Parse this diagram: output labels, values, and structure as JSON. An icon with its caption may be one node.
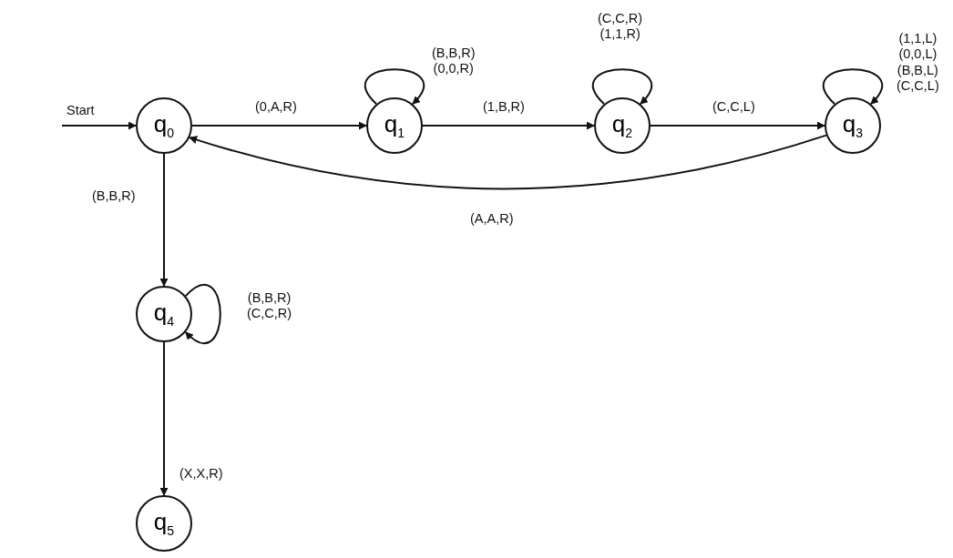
{
  "diagram": {
    "nodes": [
      {
        "text": [
          "q$_{0}$"
        ]
      },
      {
        "text": [
          "q$_{1}$"
        ]
      },
      {
        "text": [
          "q$_{2}$"
        ]
      },
      {
        "text": [
          "q$_{3}$"
        ]
      },
      {
        "text": [
          "q$_{4}$"
        ]
      },
      {
        "text": [
          "q$_{5}$"
        ]
      }
    ],
    "edges": [
      {
        "from": null,
        "to": 0,
        "arrow": "to",
        "label": "Start"
      },
      {
        "from": 0,
        "to": 1,
        "arrow": "to",
        "label": "(0,A,R)"
      },
      {
        "from": 1,
        "to": 1,
        "arrow": "to",
        "label": "(B,B,R) (0,0,R)"
      },
      {
        "from": 1,
        "to": 2,
        "arrow": "to",
        "label": "(1,B,R)"
      },
      {
        "from": 2,
        "to": 2,
        "arrow": "to",
        "label": "(C,C,R) (1,1,R)"
      },
      {
        "from": 2,
        "to": 3,
        "arrow": "to",
        "label": "(C,C,L)"
      },
      {
        "from": 3,
        "to": 3,
        "arrow": "to",
        "label": "(1,1,L) (0,0,L) (B,B,L) (C,C,L)"
      },
      {
        "from": 3,
        "to": 0,
        "arrow": "to",
        "label": "(A,A,R)"
      },
      {
        "from": 0,
        "to": 4,
        "arrow": "to",
        "label": "(B,B,R)"
      },
      {
        "from": 4,
        "to": 4,
        "arrow": "to",
        "label": "(B,B,R) (C,C,R)"
      },
      {
        "from": 4,
        "to": 5,
        "arrow": "to",
        "label": "(X,X,R)"
      }
    ]
  }
}
